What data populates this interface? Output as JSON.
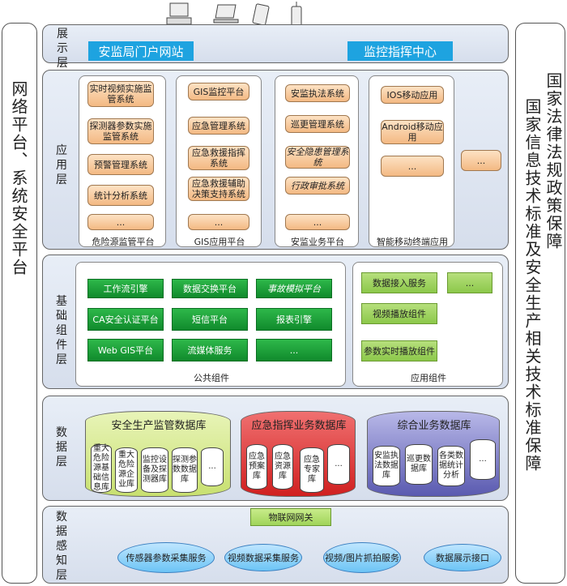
{
  "left_panel": {
    "text": "网络平台、系统安全平台"
  },
  "right_panel": {
    "col1": "国家法律法规政策保障",
    "col2": "国家信息技术标准及安全生产相关技术标准保障"
  },
  "devices": [
    "desktop-icon",
    "laptop-icon",
    "tablet-icon",
    "phone-icon"
  ],
  "display_layer": {
    "name": "展示层",
    "items": [
      "安监局门户网站",
      "监控指挥中心"
    ]
  },
  "app_layer": {
    "name": "应用层",
    "groups": [
      {
        "title": "危险源监管平台",
        "items": [
          "实时视频实施监管系统",
          "探测器参数实施监管系统",
          "预警管理系统",
          "统计分析系统",
          "..."
        ]
      },
      {
        "title": "GIS应用平台",
        "items": [
          "GIS监控平台",
          "应急管理系统",
          "应急救援指挥系统",
          "应急救援辅助决策支持系统",
          "..."
        ]
      },
      {
        "title": "安监业务平台",
        "items": [
          "安监执法系统",
          "巡更管理系统",
          "安全隐患管理系统",
          "行政审批系统",
          "..."
        ]
      },
      {
        "title": "智能移动终端应用",
        "items": [
          "IOS移动应用",
          "Android移动应用",
          "..."
        ]
      }
    ],
    "extra": "..."
  },
  "base_layer": {
    "name": "基础组件层",
    "public_caption": "公共组件",
    "public_items": [
      "工作流引擎",
      "数据交换平台",
      "事故模拟平台",
      "CA安全认证平台",
      "短信平台",
      "报表引擎",
      "Web GIS平台",
      "流媒体服务",
      "..."
    ],
    "app_caption": "应用组件",
    "app_items": [
      "数据接入服务",
      "...",
      "视频播放组件",
      "参数实时播放组件"
    ]
  },
  "data_layer": {
    "name": "数据层",
    "dbs": [
      {
        "title": "安全生产监管数据库",
        "items": [
          "重大危险源基础信息库",
          "重大危险源企业库",
          "监控设备及探测器库",
          "探测参数数据库",
          "..."
        ]
      },
      {
        "title": "应急指挥业务数据库",
        "items": [
          "应急预案库",
          "应急资源库",
          "应急专家库",
          "..."
        ]
      },
      {
        "title": "综合业务数据库",
        "items": [
          "安监执法数据库",
          "巡更数据库",
          "各类数据统计分析",
          "..."
        ]
      }
    ]
  },
  "sense_layer": {
    "name": "数据感知层",
    "gateway": "物联网网关",
    "services": [
      "传感器参数采集服务",
      "视频数据采集服务",
      "视频/图片抓拍服务",
      "数据展示接口"
    ]
  },
  "colors": {
    "display_blue": "#1ea3e0",
    "green": "#108a2c",
    "orange": "#f3b983",
    "db_green": "#d4ea8c",
    "db_red": "#e43a3a",
    "db_purple": "#6a6ac0"
  }
}
